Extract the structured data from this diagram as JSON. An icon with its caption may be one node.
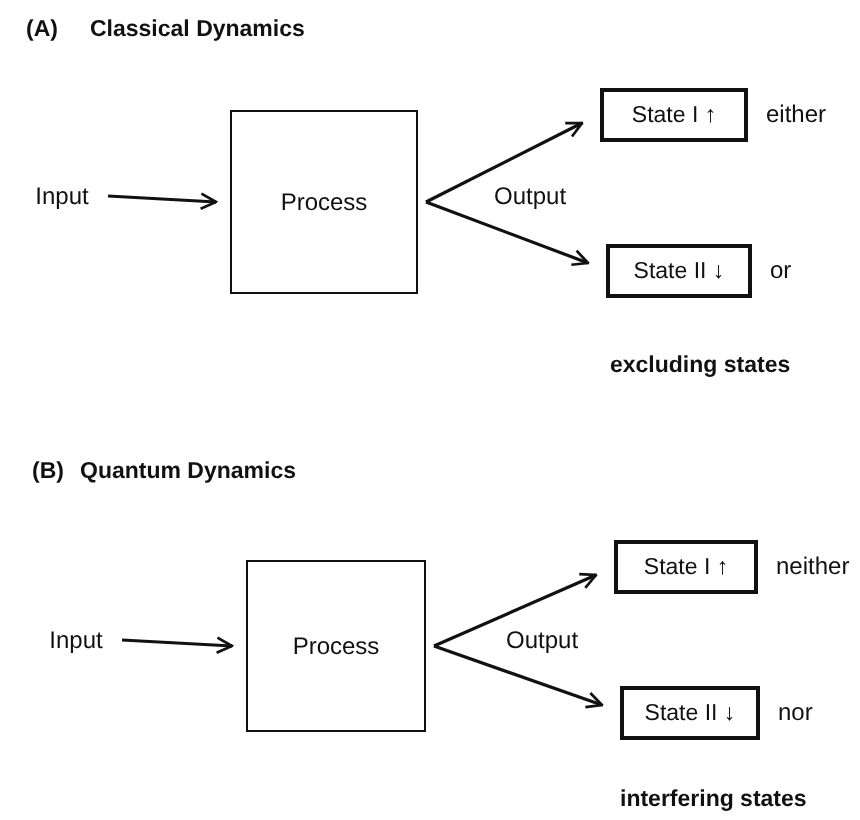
{
  "diagram": {
    "nodes": [
      {
        "text": [
          "Input"
        ]
      },
      {
        "text": [
          "Process"
        ]
      },
      {
        "text": [
          "State I ↑"
        ],
        "beside": [
          "either"
        ]
      },
      {
        "text": [
          "State II ↓"
        ],
        "beside": [
          "or"
        ]
      },
      {
        "text": [
          "Input"
        ]
      },
      {
        "text": [
          "Process"
        ]
      },
      {
        "text": [
          "State I ↑"
        ],
        "beside": [
          "neither"
        ]
      },
      {
        "text": [
          "State II ↓"
        ],
        "beside": [
          "nor"
        ]
      }
    ],
    "edges": [
      {
        "from": 0,
        "to": 1,
        "arrow": "to"
      },
      {
        "from": 1,
        "to": 2,
        "arrow": "to"
      },
      {
        "from": 1,
        "to": 3,
        "arrow": "to"
      },
      {
        "from": 4,
        "to": 5,
        "arrow": "to"
      },
      {
        "from": 5,
        "to": 6,
        "arrow": "to"
      },
      {
        "from": 5,
        "to": 7,
        "arrow": "to"
      }
    ],
    "labels": [
      "(A)",
      "Classical Dynamics",
      "Output",
      "excluding states",
      "(B)",
      "Quantum Dynamics",
      "Output",
      "interfering states"
    ]
  }
}
